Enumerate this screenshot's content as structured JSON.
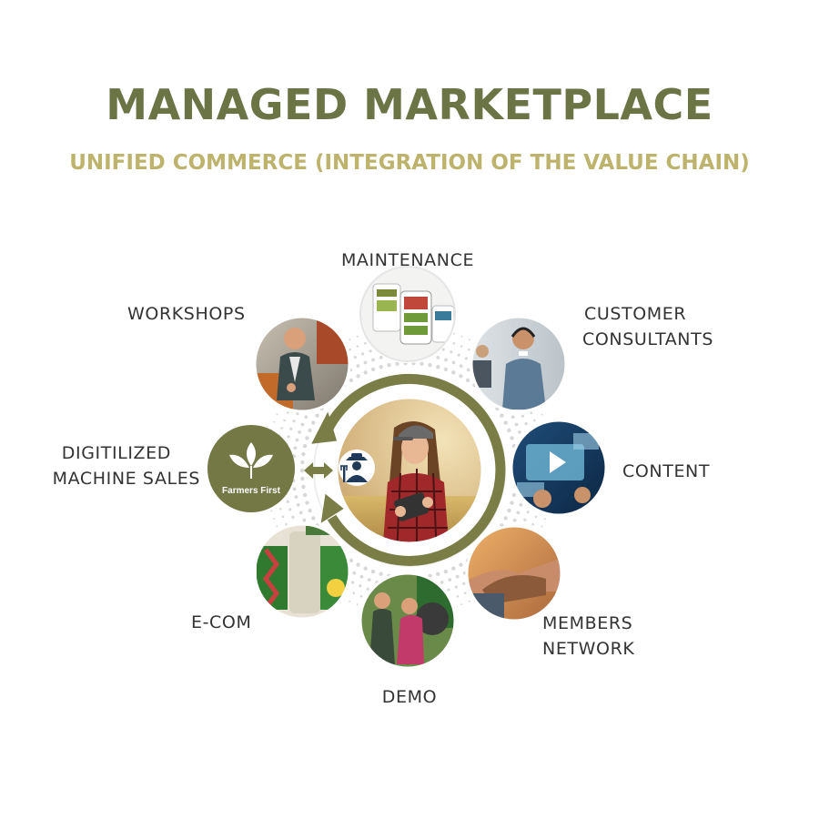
{
  "header": {
    "title": "MANAGED MARKETPLACE",
    "subtitle": "UNIFIED COMMERCE (INTEGRATION OF THE VALUE CHAIN)"
  },
  "hub": {
    "logo_text": "Farmers First",
    "logo_icon": "sprout-logo-icon",
    "center_icon": "farmer-icon",
    "arrow_icon": "double-arrow-icon"
  },
  "nodes": {
    "maintenance": {
      "label": "MAINTENANCE",
      "icon": "phone-app-photo"
    },
    "workshops": {
      "label": "WORKSHOPS",
      "icon": "mechanic-photo"
    },
    "customer_consultants": {
      "line1": "CUSTOMER",
      "line2": "CONSULTANTS",
      "icon": "headset-agent-photo"
    },
    "content": {
      "label": "CONTENT",
      "icon": "video-screen-photo"
    },
    "digitilized_sales": {
      "line1": "DIGITILIZED",
      "line2": "MACHINE SALES"
    },
    "members_network": {
      "line1": "MEMBERS",
      "line2": "NETWORK",
      "icon": "handshake-photo"
    },
    "demo": {
      "label": "DEMO",
      "icon": "demo-photo"
    },
    "ecom": {
      "label": "E-COM",
      "icon": "baler-machine-photo"
    }
  },
  "colors": {
    "title": "#6b7445",
    "subtitle": "#bdb36c",
    "ring": "#7a7d45",
    "logo_bg": "#737845",
    "dots": "#d8d8d8"
  }
}
